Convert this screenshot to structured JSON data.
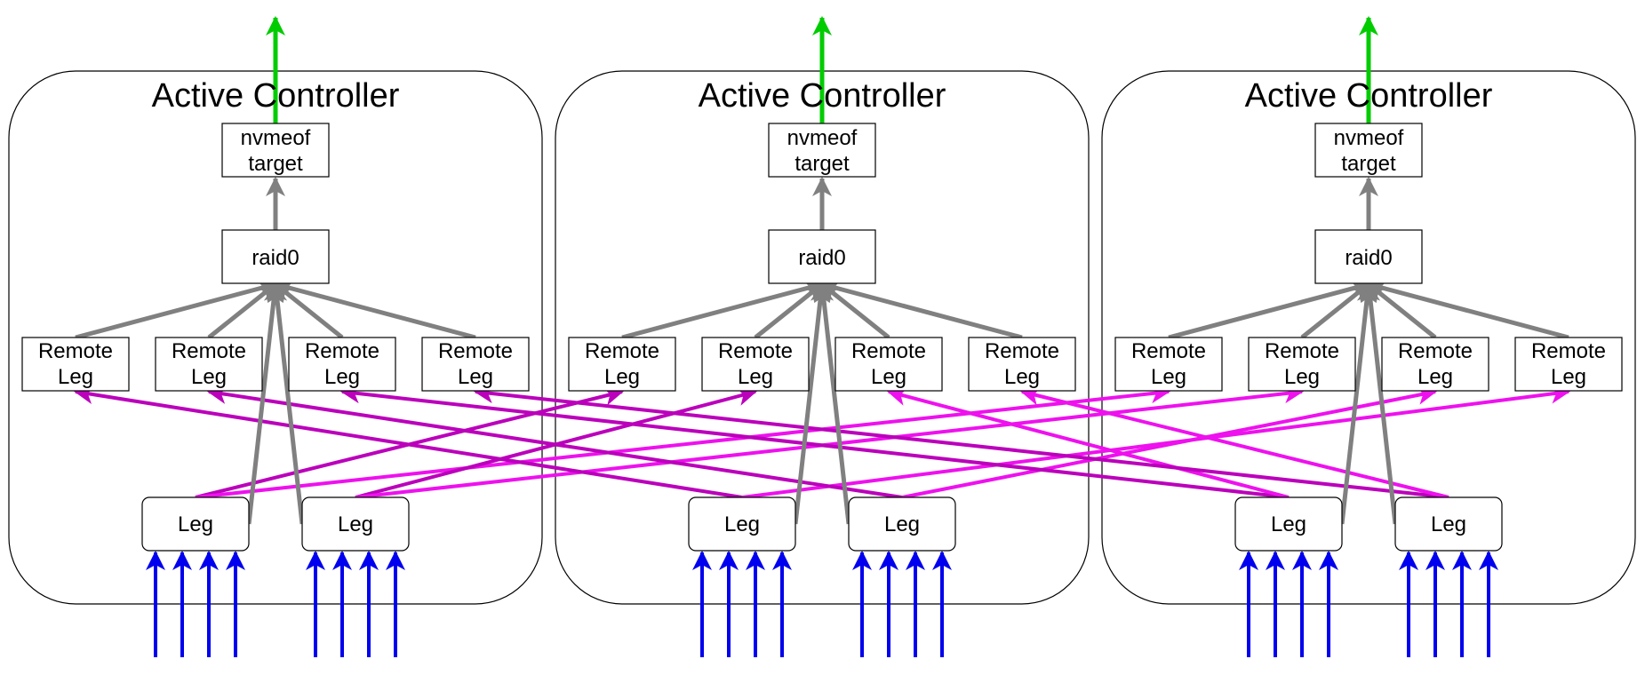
{
  "controllers": [
    {
      "title": "Active Controller",
      "target_lines": [
        "nvmeof",
        "target"
      ],
      "raid": "raid0",
      "remote_legs": [
        [
          "Remote",
          "Leg"
        ],
        [
          "Remote",
          "Leg"
        ],
        [
          "Remote",
          "Leg"
        ],
        [
          "Remote",
          "Leg"
        ]
      ],
      "legs": [
        "Leg",
        "Leg"
      ]
    },
    {
      "title": "Active Controller",
      "target_lines": [
        "nvmeof",
        "target"
      ],
      "raid": "raid0",
      "remote_legs": [
        [
          "Remote",
          "Leg"
        ],
        [
          "Remote",
          "Leg"
        ],
        [
          "Remote",
          "Leg"
        ],
        [
          "Remote",
          "Leg"
        ]
      ],
      "legs": [
        "Leg",
        "Leg"
      ]
    },
    {
      "title": "Active Controller",
      "target_lines": [
        "nvmeof",
        "target"
      ],
      "raid": "raid0",
      "remote_legs": [
        [
          "Remote",
          "Leg"
        ],
        [
          "Remote",
          "Leg"
        ],
        [
          "Remote",
          "Leg"
        ],
        [
          "Remote",
          "Leg"
        ]
      ],
      "legs": [
        "Leg",
        "Leg"
      ]
    }
  ],
  "colors": {
    "output_arrow": "#00cc00",
    "internal_arrow": "#808080",
    "input_arrow": "#0000ee",
    "cross_link_a": "#ee11ee",
    "cross_link_b": "#bb00bb",
    "border": "#000000"
  }
}
